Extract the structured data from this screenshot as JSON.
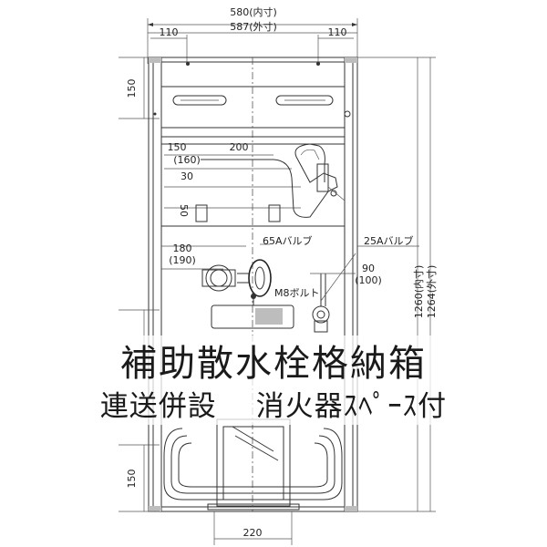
{
  "dimensions": {
    "inner_width": "580(内寸)",
    "outer_width": "587(外寸)",
    "left_110": "110",
    "right_110": "110",
    "top_150": "150",
    "d150_160": "150",
    "d160_paren": "(160)",
    "d200": "200",
    "d30": "30",
    "d50": "50",
    "d180": "180",
    "d190_paren": "(190)",
    "d90": "90",
    "d100_paren": "(100)",
    "inner_height": "1260(内寸)",
    "outer_height": "1264(外寸)",
    "bottom_150": "150",
    "bottom_220": "220"
  },
  "labels": {
    "valve_65a": "65Aバルブ",
    "valve_25a": "25Aバルブ",
    "bolt_m8": "M8ボルト"
  },
  "title": {
    "main": "補助散水栓格納箱",
    "sub": "連送併設　 消火器ｽﾍﾟｰｽ付"
  }
}
